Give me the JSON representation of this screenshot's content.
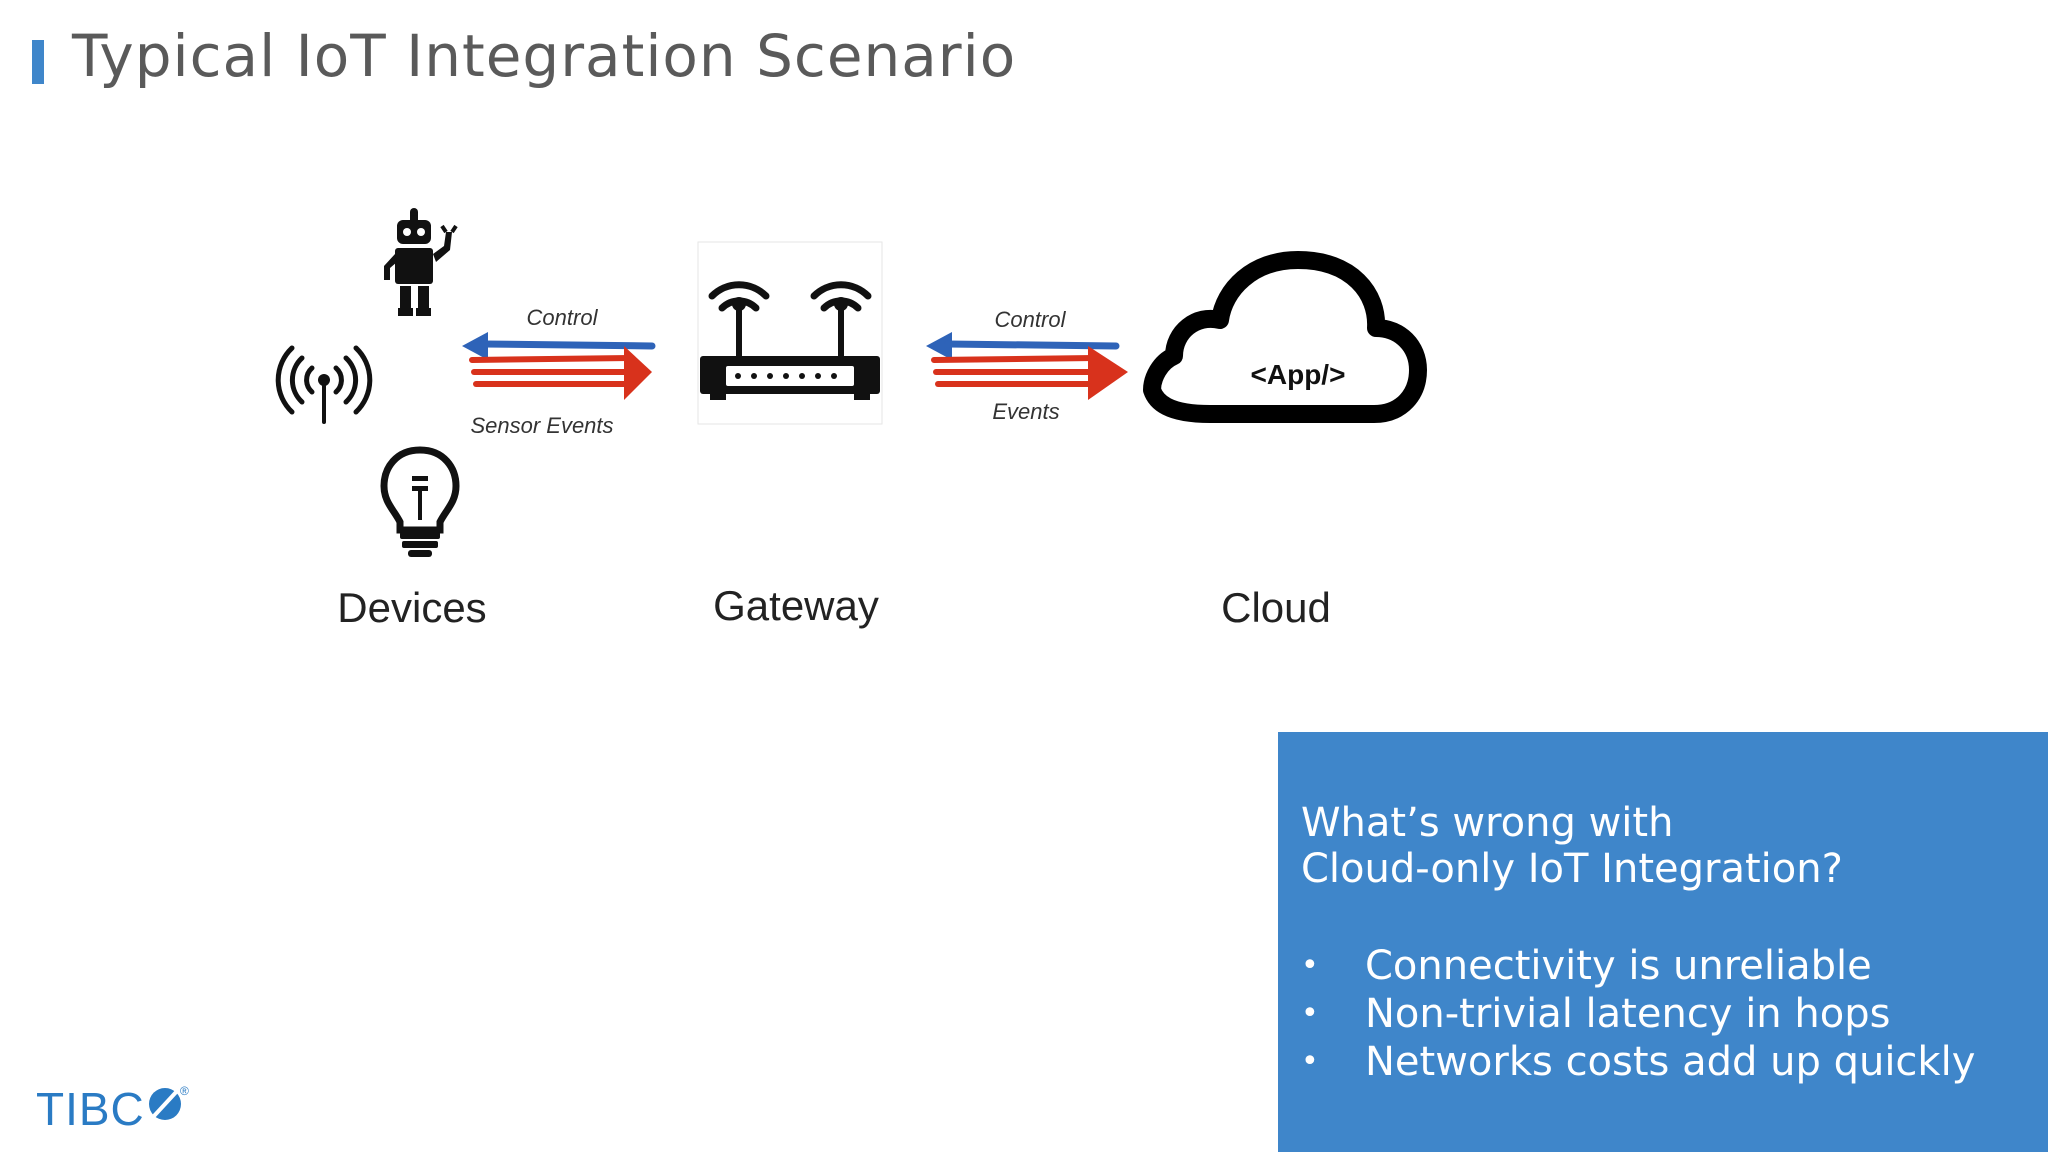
{
  "slide": {
    "title": "Typical IoT Integration Scenario",
    "accent_color": "#3f86ca"
  },
  "diagram": {
    "nodes": [
      {
        "id": "devices",
        "label": "Devices",
        "icons": [
          "robot-icon",
          "antenna-icon",
          "lightbulb-icon"
        ]
      },
      {
        "id": "gateway",
        "label": "Gateway",
        "icons": [
          "router-icon"
        ]
      },
      {
        "id": "cloud",
        "label": "Cloud",
        "icons": [
          "cloud-icon"
        ],
        "inner_text": "<App/>"
      }
    ],
    "links": [
      {
        "from": "devices",
        "to": "gateway",
        "top_label": "Control",
        "bottom_label": "Sensor Events"
      },
      {
        "from": "gateway",
        "to": "cloud",
        "top_label": "Control",
        "bottom_label": "Events"
      }
    ],
    "arrow_colors": {
      "control": "#2e63b8",
      "events": "#d8321c"
    }
  },
  "callout": {
    "question_line1": "What’s wrong with",
    "question_line2": "Cloud-only IoT Integration?",
    "bullet_symbol": "•",
    "bullets": [
      "Connectivity is unreliable",
      "Non-trivial latency in hops",
      "Networks costs add up quickly"
    ]
  },
  "footer": {
    "logo_text": "TIBC",
    "registered_mark": "®"
  }
}
